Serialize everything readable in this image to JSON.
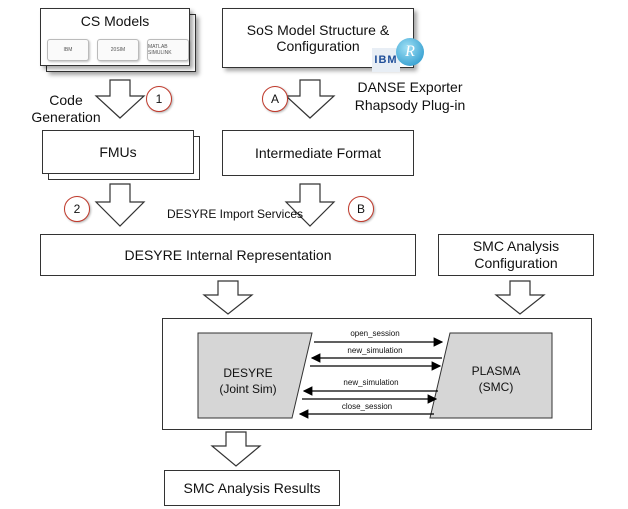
{
  "cs_models": {
    "title": "CS Models",
    "logos": [
      "IBM",
      "20SIM",
      "MATLAB SIMULINK"
    ]
  },
  "sos_model": {
    "line1": "SoS Model Structure &",
    "line2": "Configuration",
    "ibm_logo": "IBM",
    "r_logo": "R"
  },
  "code_generation": {
    "line1": "Code",
    "line2": "Generation"
  },
  "danse_exporter": {
    "line1": "DANSE Exporter",
    "line2": "Rhapsody Plug-in"
  },
  "badges": {
    "b1": "1",
    "b2": "2",
    "bA": "A",
    "bB": "B"
  },
  "fmus": {
    "label": "FMUs"
  },
  "intermediate": {
    "label": "Intermediate Format"
  },
  "import_services": {
    "label": "DESYRE Import Services"
  },
  "internal_rep": {
    "label": "DESYRE Internal Representation"
  },
  "smc_config": {
    "line1": "SMC Analysis",
    "line2": "Configuration"
  },
  "desyre": {
    "line1": "DESYRE",
    "line2": "(Joint Sim)"
  },
  "plasma": {
    "line1": "PLASMA",
    "line2": "(SMC)"
  },
  "messages": {
    "open_session": "open_session",
    "new_simulation_1": "new_simulation",
    "new_simulation_2": "new_simulation",
    "close_session": "close_session"
  },
  "results": {
    "label": "SMC Analysis Results"
  }
}
